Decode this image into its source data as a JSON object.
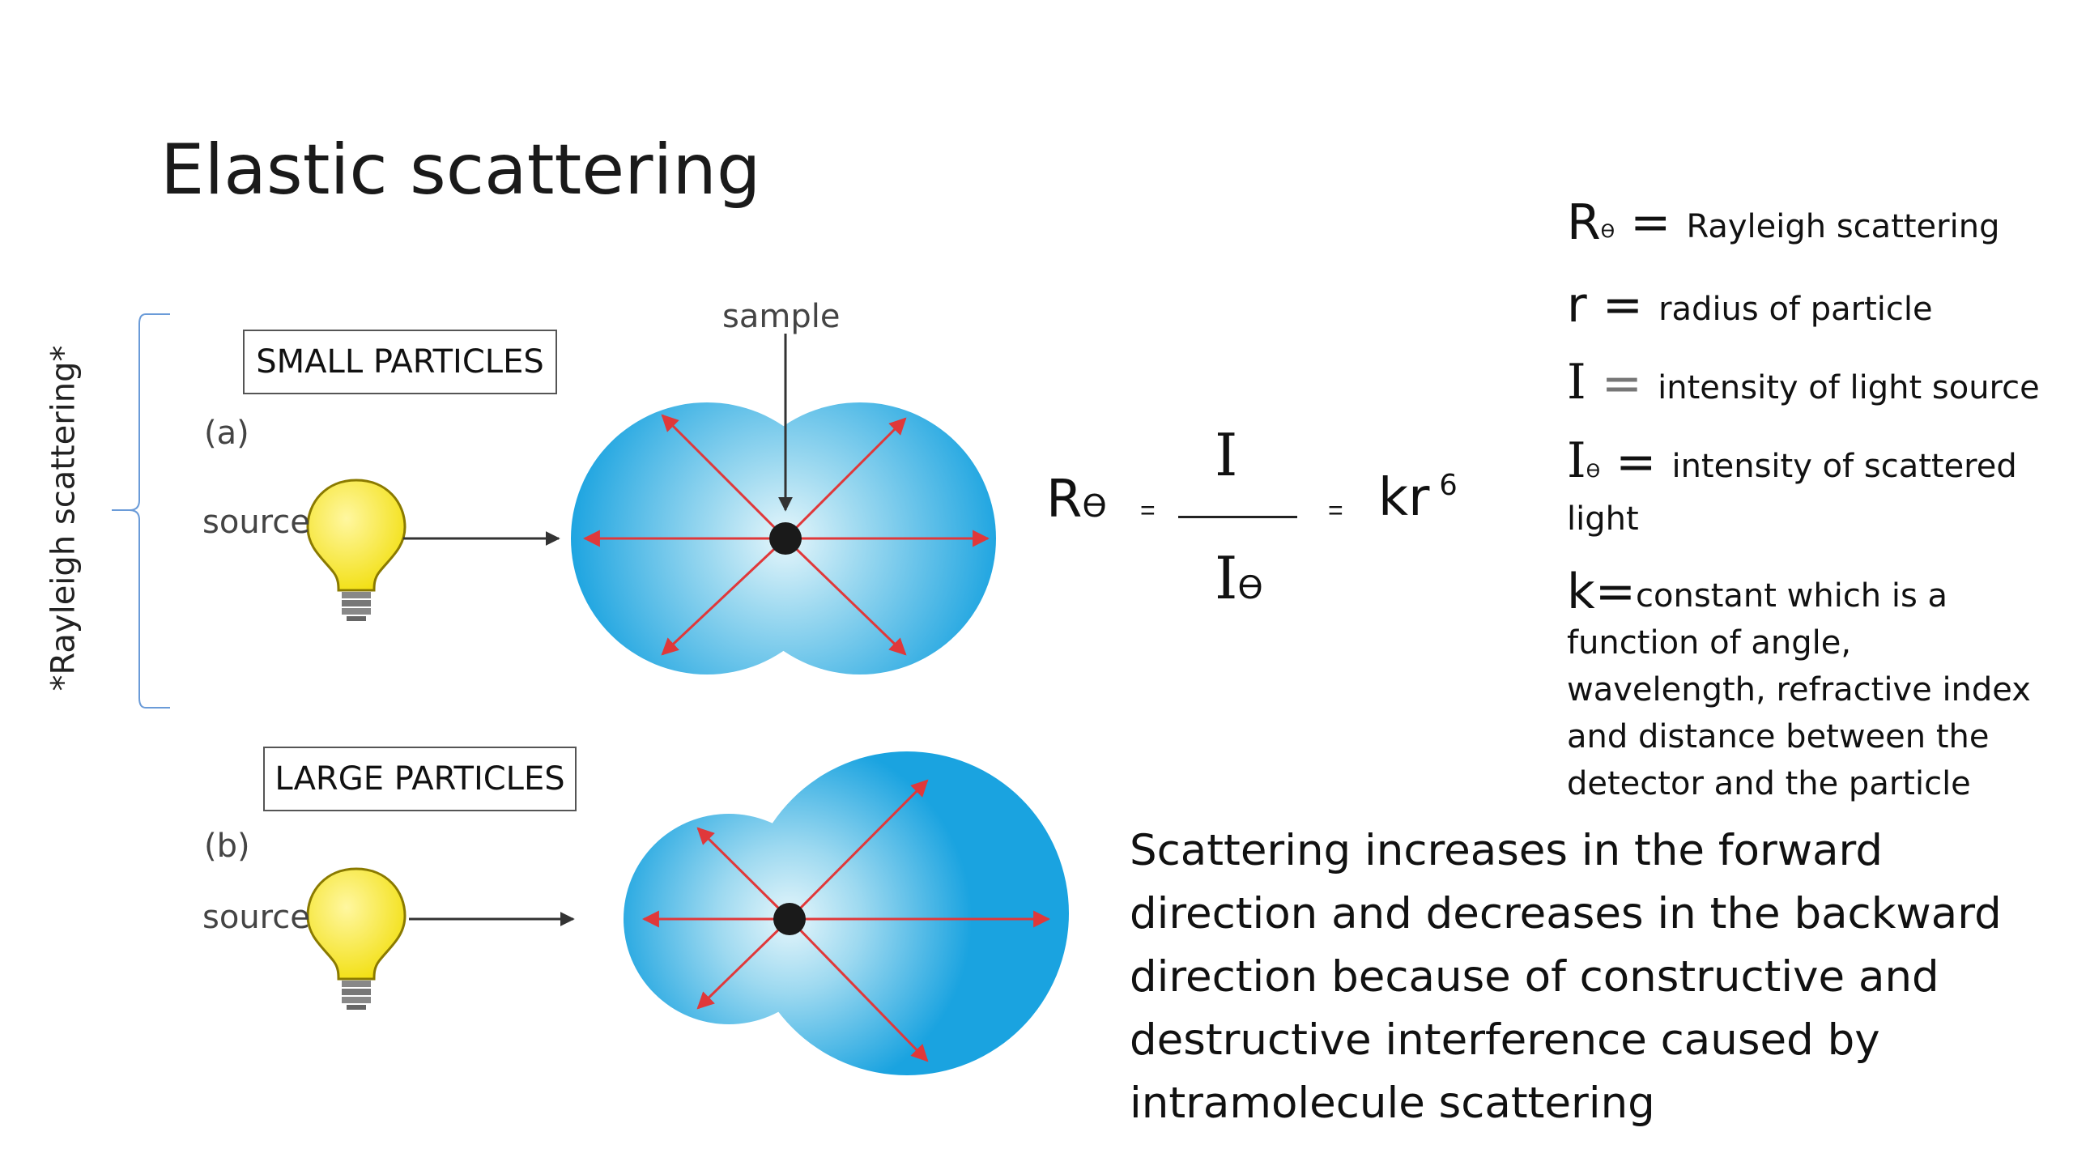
{
  "slide": {
    "title": "Elastic scattering",
    "side_label": "*Rayleigh scattering*"
  },
  "diagram": {
    "small": {
      "box_label": "SMALL PARTICLES",
      "part_label": "(a)",
      "source_label": "source",
      "sample_label": "sample"
    },
    "large": {
      "box_label": "LARGE PARTICLES",
      "part_label": "(b)",
      "source_label": "source"
    },
    "colors": {
      "cloud_center": "#e6f6fb",
      "cloud_edge": "#1aa3e0",
      "arrow_red": "#e0383a",
      "bulb": "#f5e51b"
    }
  },
  "equation": {
    "lhs": "R",
    "theta": "ϴ",
    "equals": "=",
    "numerator": "I",
    "denominator": "I",
    "rhs": "kr",
    "exponent": "6"
  },
  "definitions": [
    {
      "symbol": "R",
      "sub": "ϴ",
      "eq": " = ",
      "text": "Rayleigh scattering"
    },
    {
      "symbol": "r",
      "sub": "",
      "eq": " = ",
      "text": "radius of particle"
    },
    {
      "symbol": "I",
      "sub": "",
      "eq": " = ",
      "text": "intensity of light source"
    },
    {
      "symbol": "I",
      "sub": "ϴ",
      "eq": " = ",
      "text": "intensity of scattered light"
    },
    {
      "symbol": "k",
      "sub": "",
      "eq": "=",
      "text": "constant which is a function of angle, wavelength, refractive index and distance between the detector and the particle"
    }
  ],
  "note": "Scattering increases in the forward direction and decreases in the backward direction because of constructive and destructive interference caused by intramolecule scattering"
}
